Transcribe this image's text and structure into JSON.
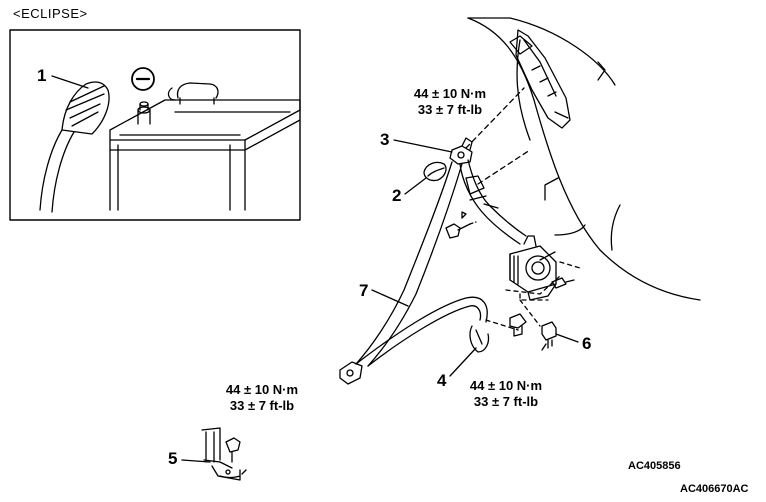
{
  "header_label": "<ECLIPSE>",
  "callouts": {
    "c1": "1",
    "c2": "2",
    "c3": "3",
    "c4": "4",
    "c5": "5",
    "c6": "6",
    "c7": "7"
  },
  "torque_specs": {
    "upper_anchor": {
      "metric": "44 ± 10 N·m",
      "imperial": "33 ± 7 ft-lb"
    },
    "lower_anchor": {
      "metric": "44 ± 10 N·m",
      "imperial": "33 ± 7 ft-lb"
    },
    "buckle_anchor": {
      "metric": "44 ± 10 N·m",
      "imperial": "33 ± 7 ft-lb"
    }
  },
  "codes": {
    "image_code": "AC405856",
    "figure_code": "AC406670AC"
  },
  "symbols": {
    "negative_terminal": "minus-circle-icon"
  }
}
